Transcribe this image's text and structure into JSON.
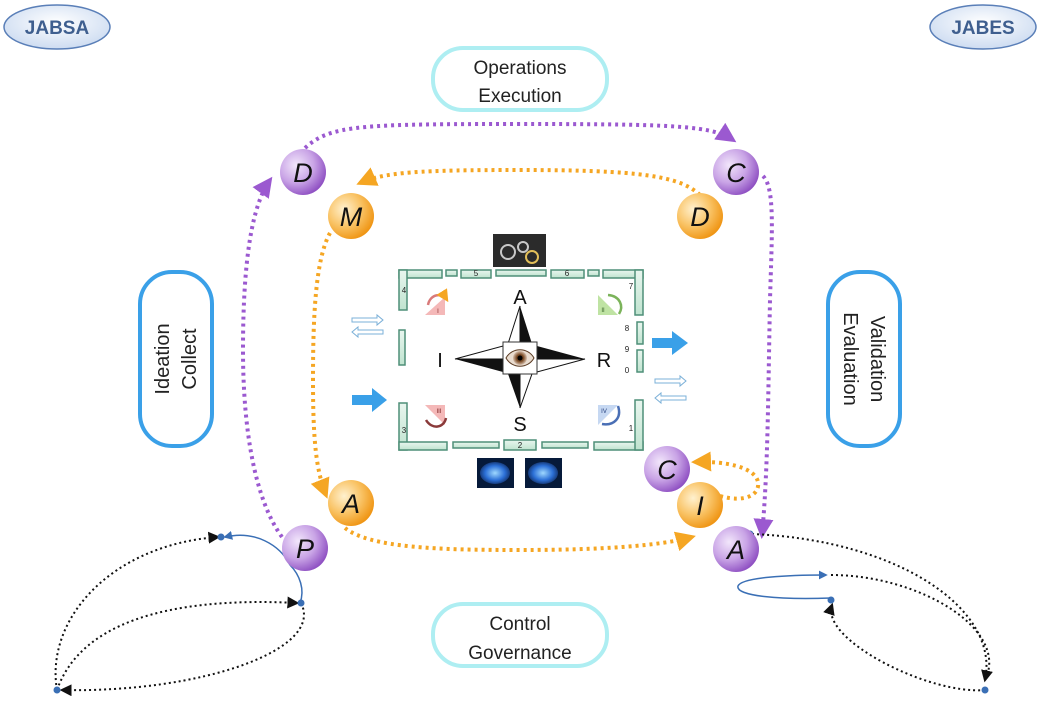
{
  "logos": {
    "left": "JABSA",
    "right": "JABES"
  },
  "phases": {
    "top": [
      "Operations",
      "Execution"
    ],
    "bottom": [
      "Control",
      "Governance"
    ],
    "left": [
      "Ideation",
      "Collect"
    ],
    "right": [
      "Validation",
      "Evaluation"
    ]
  },
  "nodes": {
    "purple_d": "D",
    "purple_c_top": "C",
    "purple_p": "P",
    "purple_a": "A",
    "purple_c_bottom": "C",
    "orange_m": "M",
    "orange_d": "D",
    "orange_a": "A",
    "orange_i": "I"
  },
  "compass": {
    "north": "A",
    "south": "S",
    "west": "I",
    "east": "R"
  },
  "board": {
    "top_numbers": [
      "5",
      "6"
    ],
    "side_numbers": [
      "4",
      "3",
      "7",
      "1"
    ],
    "bottom_number": "2",
    "right_digits": [
      "8",
      "9",
      "0"
    ],
    "quadrants": [
      "I",
      "II",
      "III",
      "IV"
    ]
  },
  "colors": {
    "purple": "#9b59d0",
    "orange": "#f5a623",
    "light_cyan": "#aeeef2",
    "blue": "#3aa0e8",
    "board_green": "#5ea38a",
    "logo_blue": "#4a6fa5"
  }
}
